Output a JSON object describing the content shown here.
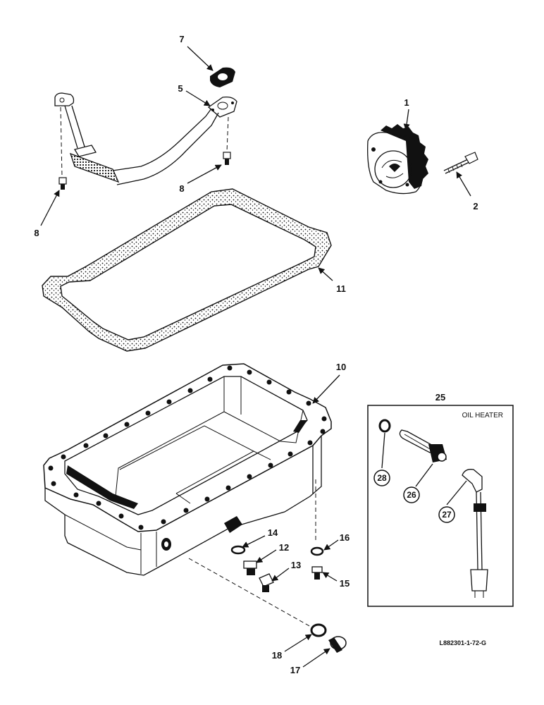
{
  "labels": {
    "p1": "1",
    "p2": "2",
    "p5": "5",
    "p7": "7",
    "p8a": "8",
    "p8b": "8",
    "p10": "10",
    "p11": "11",
    "p12": "12",
    "p13": "13",
    "p14": "14",
    "p15": "15",
    "p16": "16",
    "p17": "17",
    "p18": "18",
    "p25": "25",
    "p26": "26",
    "p27": "27",
    "p28": "28"
  },
  "inset": {
    "title": "OIL HEATER"
  },
  "reference_code": "L882301-1-72-G"
}
